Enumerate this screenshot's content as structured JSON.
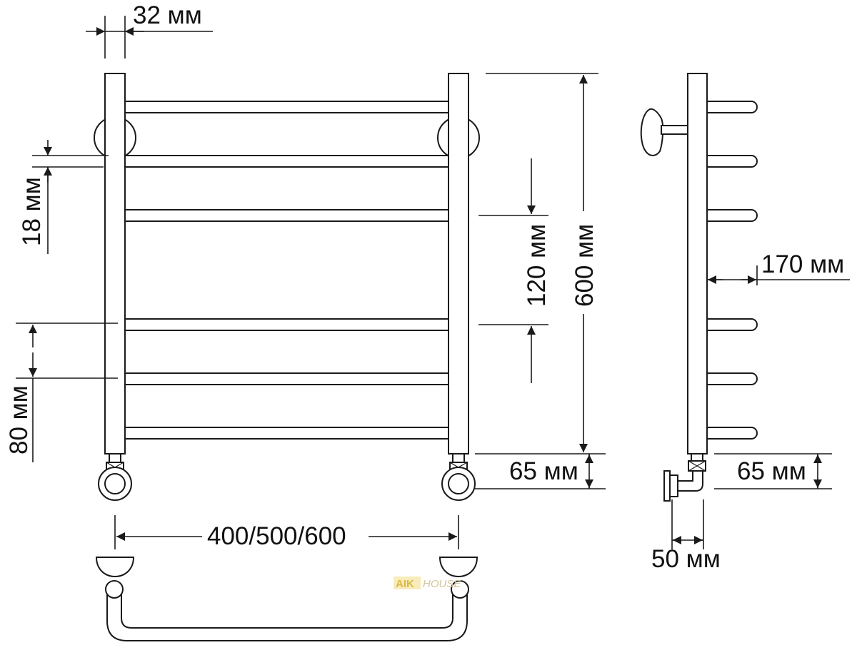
{
  "dimensions": {
    "width_32": "32 мм",
    "gap_18": "18 мм",
    "gap_120": "120 мм",
    "height_600": "600 мм",
    "gap_80": "80 мм",
    "connect_65_front": "65 мм",
    "connect_65_side": "65 мм",
    "depth_170": "170 мм",
    "offset_50": "50 мм",
    "width_options": "400/500/600"
  },
  "watermark": {
    "part1": "AIK",
    "part2": "HOUSE"
  },
  "colors": {
    "line": "#1a1a1a",
    "watermark_box": "#e6c85a",
    "watermark_text": "#c9b06a"
  }
}
